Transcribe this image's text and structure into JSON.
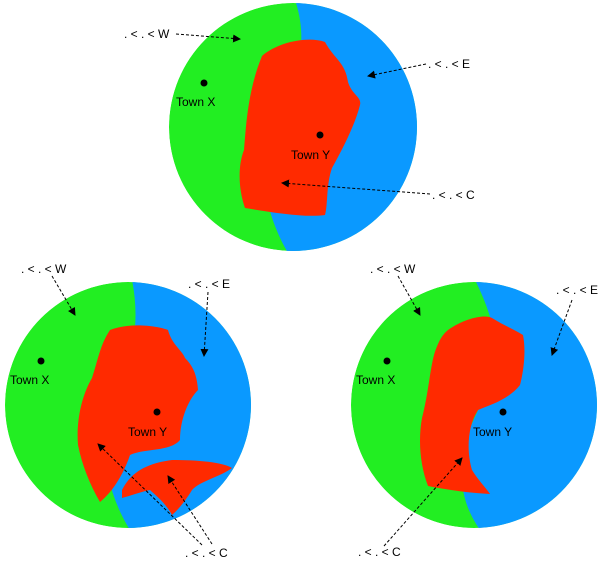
{
  "colors": {
    "west": "#22ee22",
    "east": "#0a99ff",
    "core": "#ff2a00"
  },
  "labels": {
    "west": ". < . < W",
    "east": ". < . < E",
    "core": ". < . < C",
    "town_x": "Town X",
    "town_y": "Town Y"
  },
  "diagrams": [
    {
      "name": "top"
    },
    {
      "name": "bottom-left"
    },
    {
      "name": "bottom-right"
    }
  ]
}
